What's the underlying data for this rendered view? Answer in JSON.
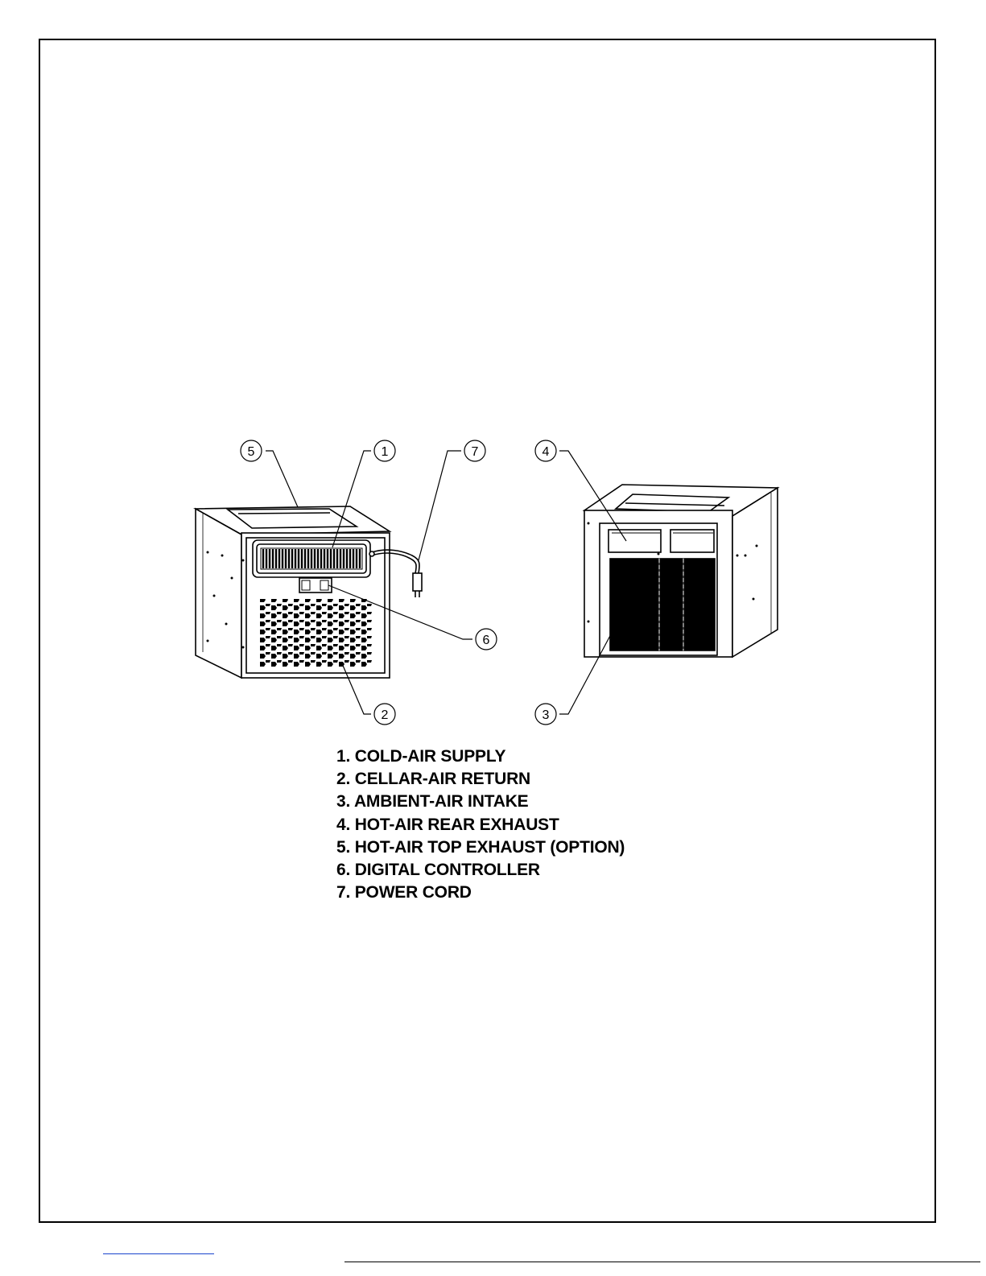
{
  "callouts": {
    "c1": "1",
    "c2": "2",
    "c3": "3",
    "c4": "4",
    "c5": "5",
    "c6": "6",
    "c7": "7"
  },
  "legend": [
    "1. COLD-AIR SUPPLY",
    "2. CELLAR-AIR RETURN",
    "3. AMBIENT-AIR INTAKE",
    "4. HOT-AIR REAR EXHAUST",
    "5. HOT-AIR TOP EXHAUST (OPTION)",
    "6. DIGITAL CONTROLLER",
    "7. POWER CORD"
  ]
}
